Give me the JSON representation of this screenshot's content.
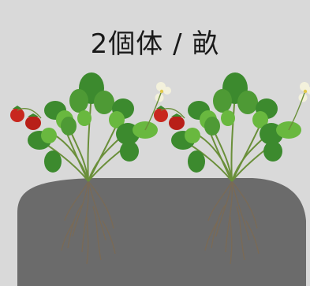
{
  "title": "2個体 / 畝",
  "colors": {
    "background": "#d9d9d9",
    "soil_mound": "#6b6b6b",
    "leaf": "#3c8a2e",
    "leaf_light": "#69b83f",
    "stem": "#6a8f3a",
    "root": "#7a6a55",
    "berry": "#c8271e",
    "flower": "#f3f1dc"
  },
  "plants": [
    {
      "name": "plant-left"
    },
    {
      "name": "plant-right"
    }
  ]
}
